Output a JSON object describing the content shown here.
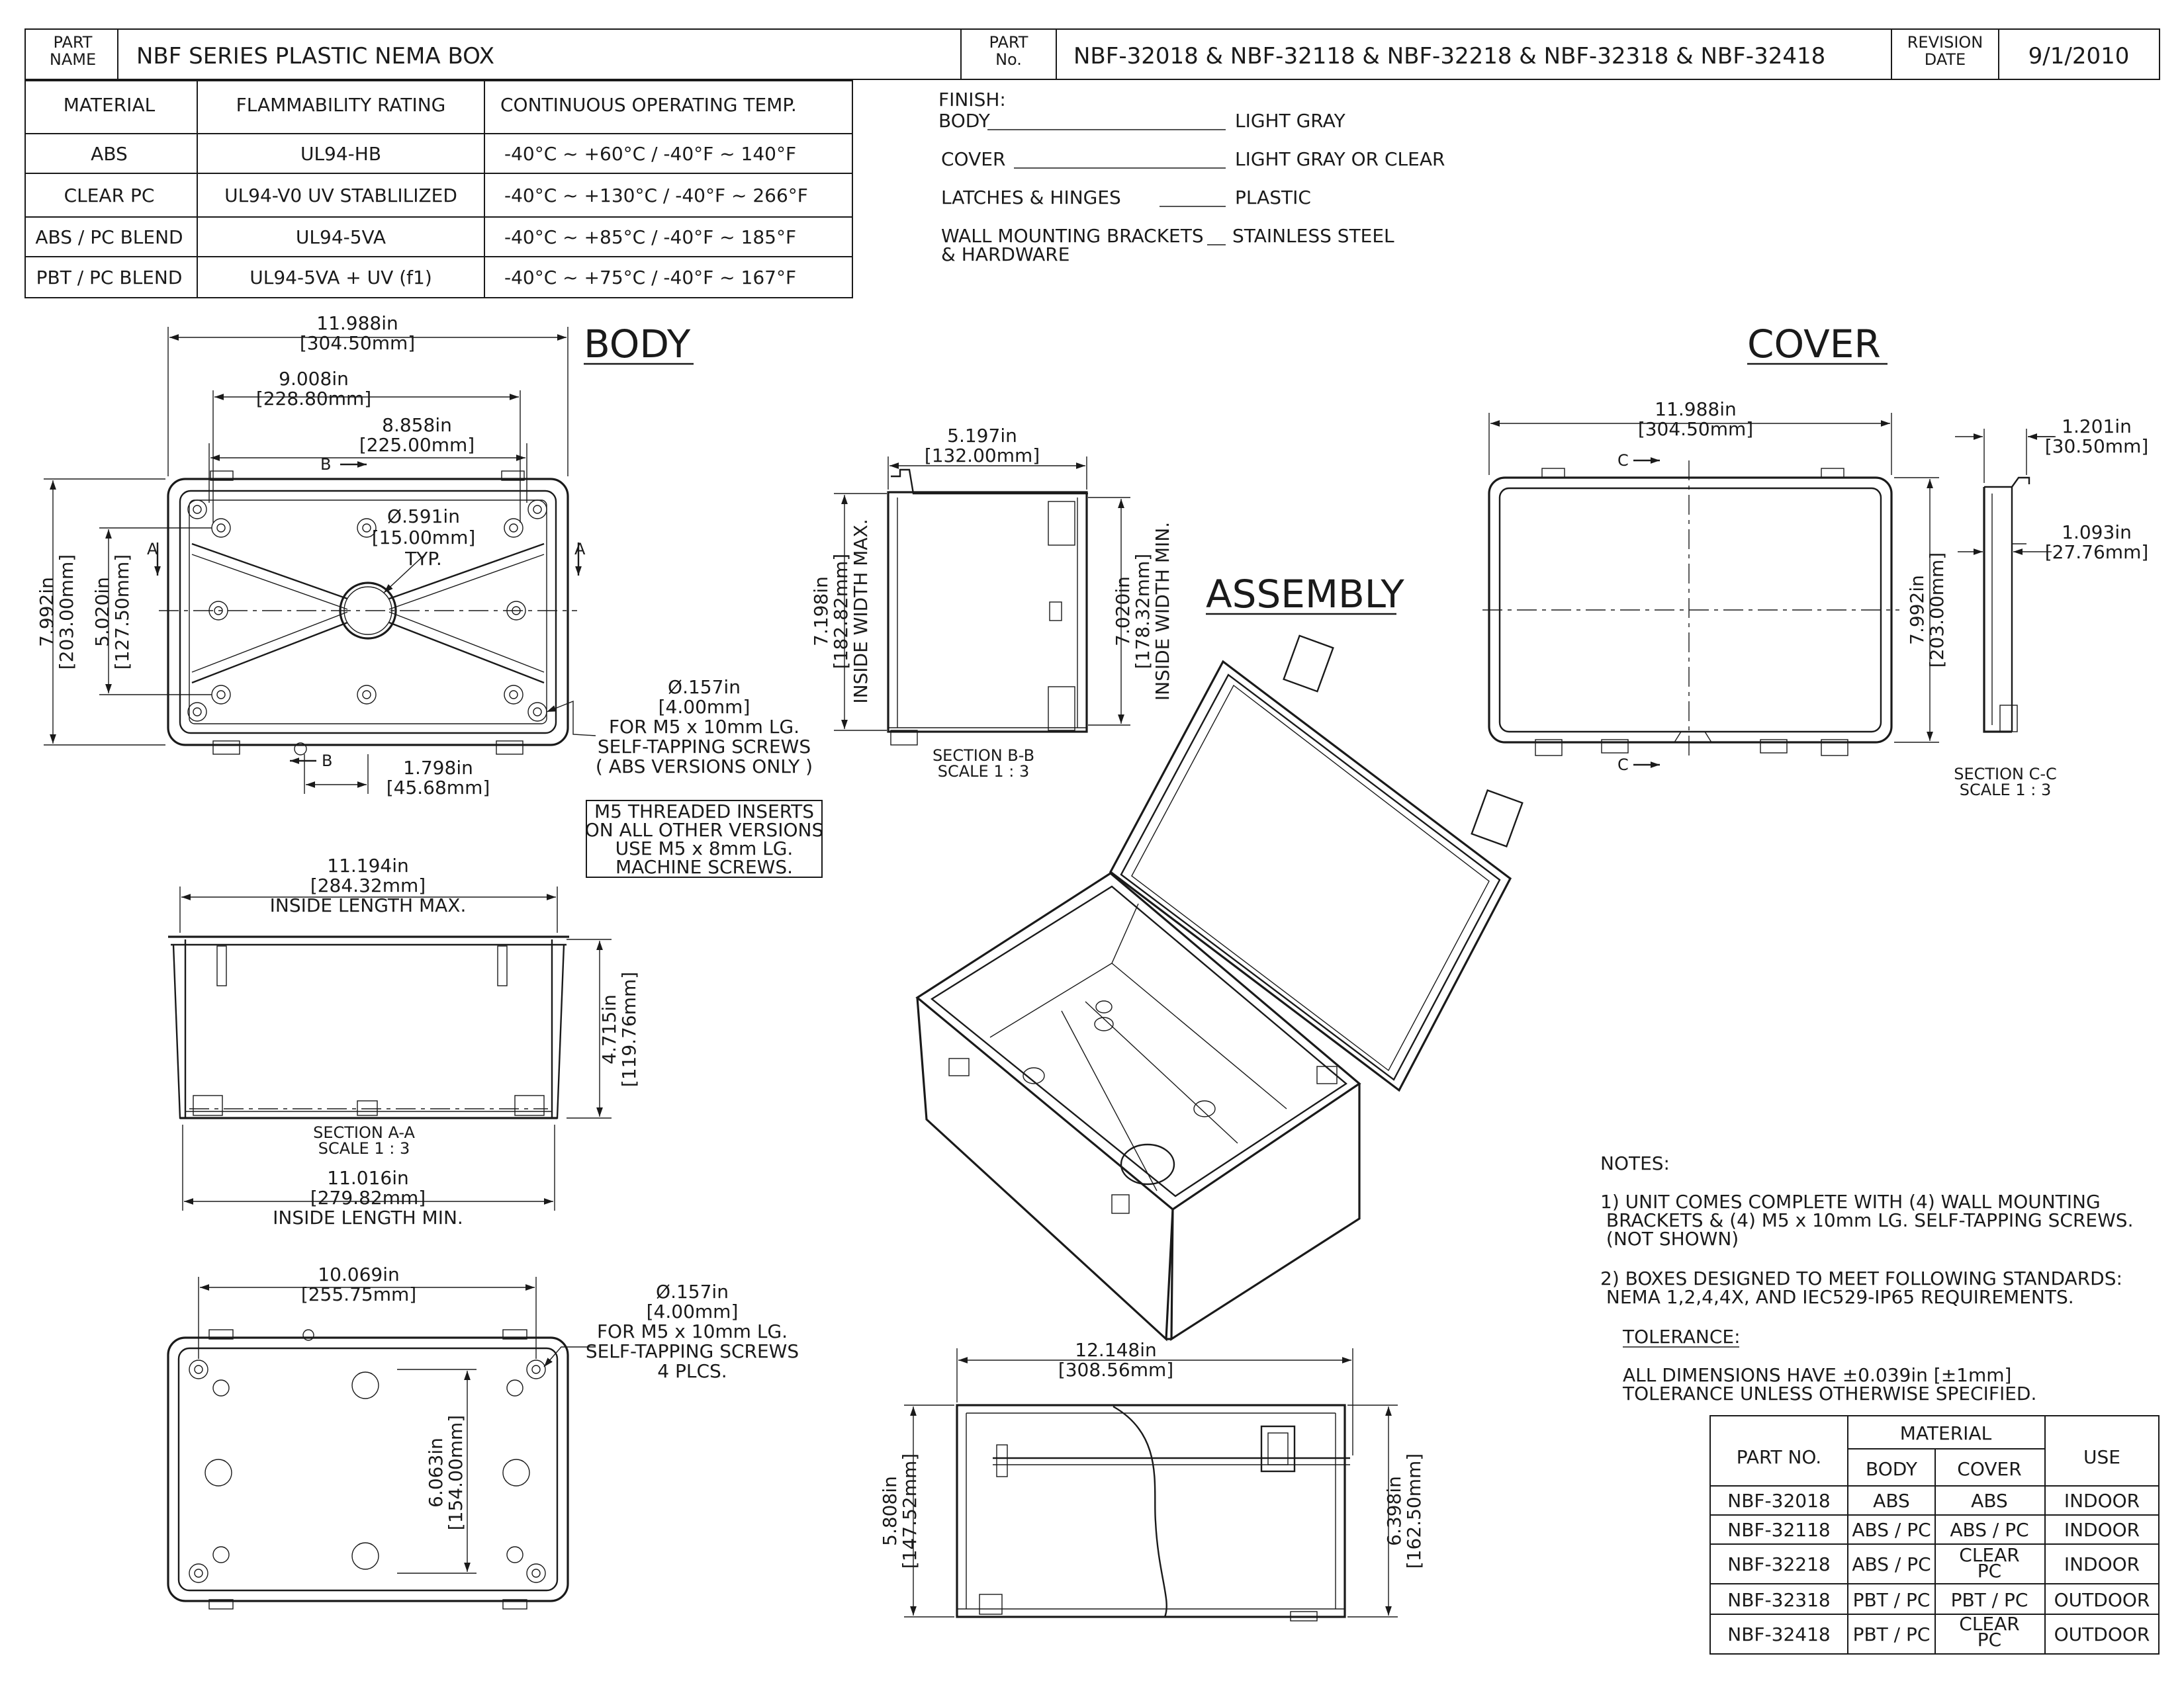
{
  "title_block": {
    "part_name_label": "PART\nNAME",
    "part_name": "NBF SERIES PLASTIC NEMA BOX",
    "part_no_label": "PART\nNo.",
    "part_no": "NBF-32018 & NBF-32118 & NBF-32218 & NBF-32318 & NBF-32418",
    "revision_label": "REVISION\nDATE",
    "revision_date": "9/1/2010"
  },
  "material_table": {
    "headers": [
      "MATERIAL",
      "FLAMMABILITY RATING",
      "CONTINUOUS OPERATING TEMP."
    ],
    "rows": [
      [
        "ABS",
        "UL94-HB",
        "-40°C ~ +60°C / -40°F ~ 140°F"
      ],
      [
        "CLEAR PC",
        "UL94-V0  UV STABLILIZED",
        "-40°C ~ +130°C / -40°F ~ 266°F"
      ],
      [
        "ABS / PC BLEND",
        "UL94-5VA",
        "-40°C ~ +85°C / -40°F ~ 185°F"
      ],
      [
        "PBT / PC BLEND",
        "UL94-5VA + UV (f1)",
        "-40°C ~ +75°C / -40°F ~ 167°F"
      ]
    ]
  },
  "finish": {
    "label": "FINISH:",
    "items": [
      {
        "part": "BODY",
        "value": "LIGHT GRAY"
      },
      {
        "part": "COVER",
        "value": "LIGHT GRAY OR CLEAR"
      },
      {
        "part": "LATCHES & HINGES",
        "value": "PLASTIC"
      },
      {
        "part": "WALL MOUNTING BRACKETS\n& HARDWARE",
        "value": "STAINLESS STEEL"
      }
    ]
  },
  "view_titles": {
    "body": "BODY",
    "cover": "COVER",
    "assembly": "ASSEMBLY"
  },
  "section_labels": {
    "aa": "SECTION A-A\nSCALE 1 : 3",
    "bb": "SECTION B-B\nSCALE 1 : 3",
    "cc": "SECTION C-C\nSCALE 1 : 3",
    "a": "A",
    "b": "B",
    "c": "C"
  },
  "dimensions": {
    "body_width": "11.988in\n[304.50mm]",
    "body_hole_span": "9.008in\n[228.80mm]",
    "body_inner_span": "8.858in\n[225.00mm]",
    "body_height": "7.992in\n[203.00mm]",
    "body_hole_height": "5.020in\n[127.50mm]",
    "body_center_hole": "Ø.591in\n[15.00mm]\nTYP.",
    "body_bottom_offset": "1.798in\n[45.68mm]",
    "screw_note": "Ø.157in\n[4.00mm]\nFOR M5 x 10mm LG.\nSELF-TAPPING SCREWS\n( ABS VERSIONS ONLY )",
    "insert_note": "M5 THREADED INSERTS\nON ALL OTHER VERSIONS\nUSE M5 x 8mm LG.\nMACHINE SCREWS.",
    "bb_width": "5.197in\n[132.00mm]",
    "bb_outer": "7.198in\n[182.82mm]\nINSIDE WIDTH MAX.",
    "bb_inner": "7.020in\n[178.32mm]\nINSIDE WIDTH MIN.",
    "aa_top": "11.194in\n[284.32mm]\nINSIDE LENGTH MAX.",
    "aa_depth": "4.715in\n[119.76mm]",
    "aa_bottom": "11.016in\n[279.82mm]\nINSIDE LENGTH MIN.",
    "cover_width": "11.988in\n[304.50mm]",
    "cover_height": "7.992in\n[203.00mm]",
    "cc_depth": "1.201in\n[30.50mm]",
    "cc_inner": "1.093in\n[27.76mm]",
    "back_width": "10.069in\n[255.75mm]",
    "back_hole_height": "6.063in\n[154.00mm]",
    "back_screw_note": "Ø.157in\n[4.00mm]\nFOR M5 x 10mm LG.\nSELF-TAPPING SCREWS\n4 PLCS.",
    "side_width": "12.148in\n[308.56mm]",
    "side_body": "5.808in\n[147.52mm]",
    "side_total": "6.398in\n[162.50mm]"
  },
  "notes": {
    "title": "NOTES:",
    "note1": "1) UNIT COMES COMPLETE WITH (4) WALL MOUNTING\n    BRACKETS & (4) M5 x 10mm LG. SELF-TAPPING SCREWS.\n    (NOT SHOWN)",
    "note2": "2) BOXES DESIGNED TO MEET FOLLOWING STANDARDS:\n     NEMA 1,2,4,4X, AND IEC529-IP65 REQUIREMENTS.",
    "tolerance_title": "TOLERANCE:",
    "tolerance": "ALL DIMENSIONS HAVE  ±0.039in [±1mm]\nTOLERANCE UNLESS OTHERWISE SPECIFIED."
  },
  "parts_table": {
    "headers": {
      "part_no": "PART NO.",
      "material": "MATERIAL",
      "body": "BODY",
      "cover": "COVER",
      "use": "USE"
    },
    "rows": [
      [
        "NBF-32018",
        "ABS",
        "ABS",
        "INDOOR"
      ],
      [
        "NBF-32118",
        "ABS / PC",
        "ABS / PC",
        "INDOOR"
      ],
      [
        "NBF-32218",
        "ABS / PC",
        "CLEAR\nPC",
        "INDOOR"
      ],
      [
        "NBF-32318",
        "PBT / PC",
        "PBT / PC",
        "OUTDOOR"
      ],
      [
        "NBF-32418",
        "PBT / PC",
        "CLEAR\nPC",
        "OUTDOOR"
      ]
    ]
  }
}
